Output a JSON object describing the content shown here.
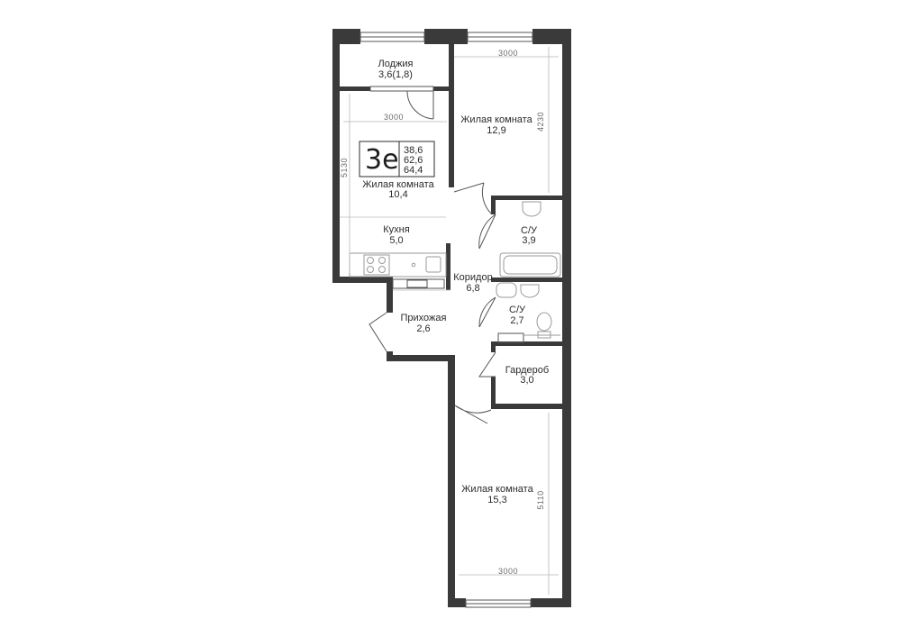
{
  "plan": {
    "apartment_type": {
      "code": "3е",
      "areas": [
        "38,6",
        "62,6",
        "64,4"
      ]
    },
    "rooms": [
      {
        "id": "loggia",
        "name": "Лоджия",
        "area": "3,6(1,8)"
      },
      {
        "id": "living-room-top",
        "name": "Жилая комната",
        "area": "12,9"
      },
      {
        "id": "living-room-left",
        "name": "Жилая комната",
        "area": "10,4"
      },
      {
        "id": "kitchen",
        "name": "Кухня",
        "area": "5,0"
      },
      {
        "id": "bathroom-1",
        "name": "С/У",
        "area": "3,9"
      },
      {
        "id": "corridor",
        "name": "Коридор",
        "area": "6,8"
      },
      {
        "id": "bathroom-2",
        "name": "С/У",
        "area": "2,7"
      },
      {
        "id": "hallway",
        "name": "Прихожая",
        "area": "2,6"
      },
      {
        "id": "wardrobe",
        "name": "Гардероб",
        "area": "3,0"
      },
      {
        "id": "living-room-bottom",
        "name": "Жилая комната",
        "area": "15,3"
      }
    ],
    "dimensions": {
      "top_right_width": "3000",
      "top_right_height": "4230",
      "left_width": "3000",
      "left_height": "5130",
      "bottom_width": "3000",
      "bottom_height": "5110"
    }
  }
}
